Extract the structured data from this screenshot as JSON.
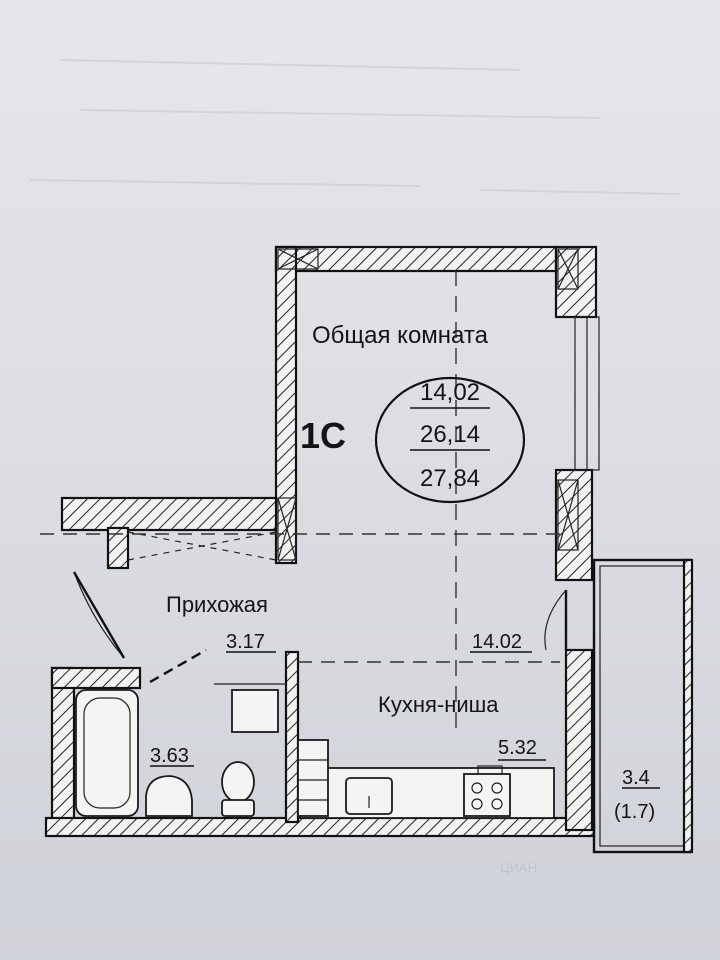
{
  "apartment": {
    "code": "1С"
  },
  "rooms": {
    "living": {
      "name": "Общая комната",
      "area": "14,02"
    },
    "hall": {
      "name": "Прихожая",
      "area": "3.17"
    },
    "kitchen": {
      "name": "Кухня-ниша",
      "area": "5.32"
    },
    "bath": {
      "area": "3.63"
    },
    "balcony": {
      "area": "3.4",
      "area_reduced": "(1.7)"
    },
    "passage": {
      "area": "14.02"
    }
  },
  "totals": {
    "living_area": "14,02",
    "total_area": "26,14",
    "area_with_balcony": "27,84"
  },
  "watermark": "ЦИАН"
}
